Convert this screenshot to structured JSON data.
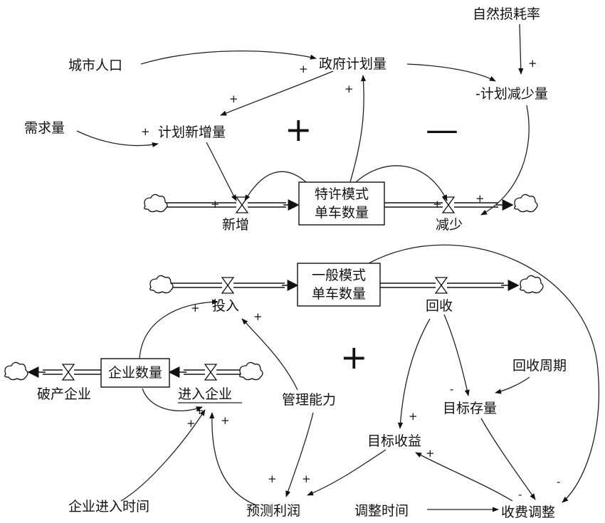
{
  "variables": {
    "city_population": "城市人口",
    "government_plan": "政府计划量",
    "natural_loss_rate": "自然损耗率",
    "plan_reduction": "-计划减少量",
    "demand": "需求量",
    "plan_increase": "计划新增量",
    "increase_flow": "新增",
    "decrease_flow": "减少",
    "franchise_stock_line1": "特许模式",
    "franchise_stock_line2": "单车数量",
    "general_stock_line1": "一般模式",
    "general_stock_line2": "单车数量",
    "invest_flow": "投入",
    "recycle_flow": "回收",
    "enterprise_stock": "企业数量",
    "bankrupt_flow": "破产企业",
    "enter_flow": "进入企业",
    "management_ability": "管理能力",
    "recycle_period": "回收周期",
    "target_stock": "目标存量",
    "target_revenue": "目标收益",
    "enterprise_entry_time": "企业进入时间",
    "expected_profit": "预测利润",
    "adjust_time": "调整时间",
    "fee_adjust": "收费调整"
  },
  "signs": {
    "city_to_plan": "+",
    "stock_to_plan": "+",
    "plan_to_increase": "+",
    "demand_to_increase": "+",
    "loss_to_reduction": "+",
    "reduction_to_decrease": "+",
    "increase_to_valve": "+",
    "stock_to_decrease": "+",
    "general_to_invest": "+",
    "management_to_invest": "+",
    "recycle_to_target_stock": "-",
    "recycle_to_revenue": "+",
    "revenue_to_fee": "+",
    "enterprise_to_enter": "+",
    "entry_time_to_enter": "+",
    "profit_to_enter": "+",
    "management_to_profit": "+",
    "revenue_to_profit": "+",
    "target_stock_to_fee": "-",
    "general_to_fee": "-"
  },
  "loops": {
    "upper_left": "+",
    "upper_right": "—",
    "lower": "+"
  }
}
